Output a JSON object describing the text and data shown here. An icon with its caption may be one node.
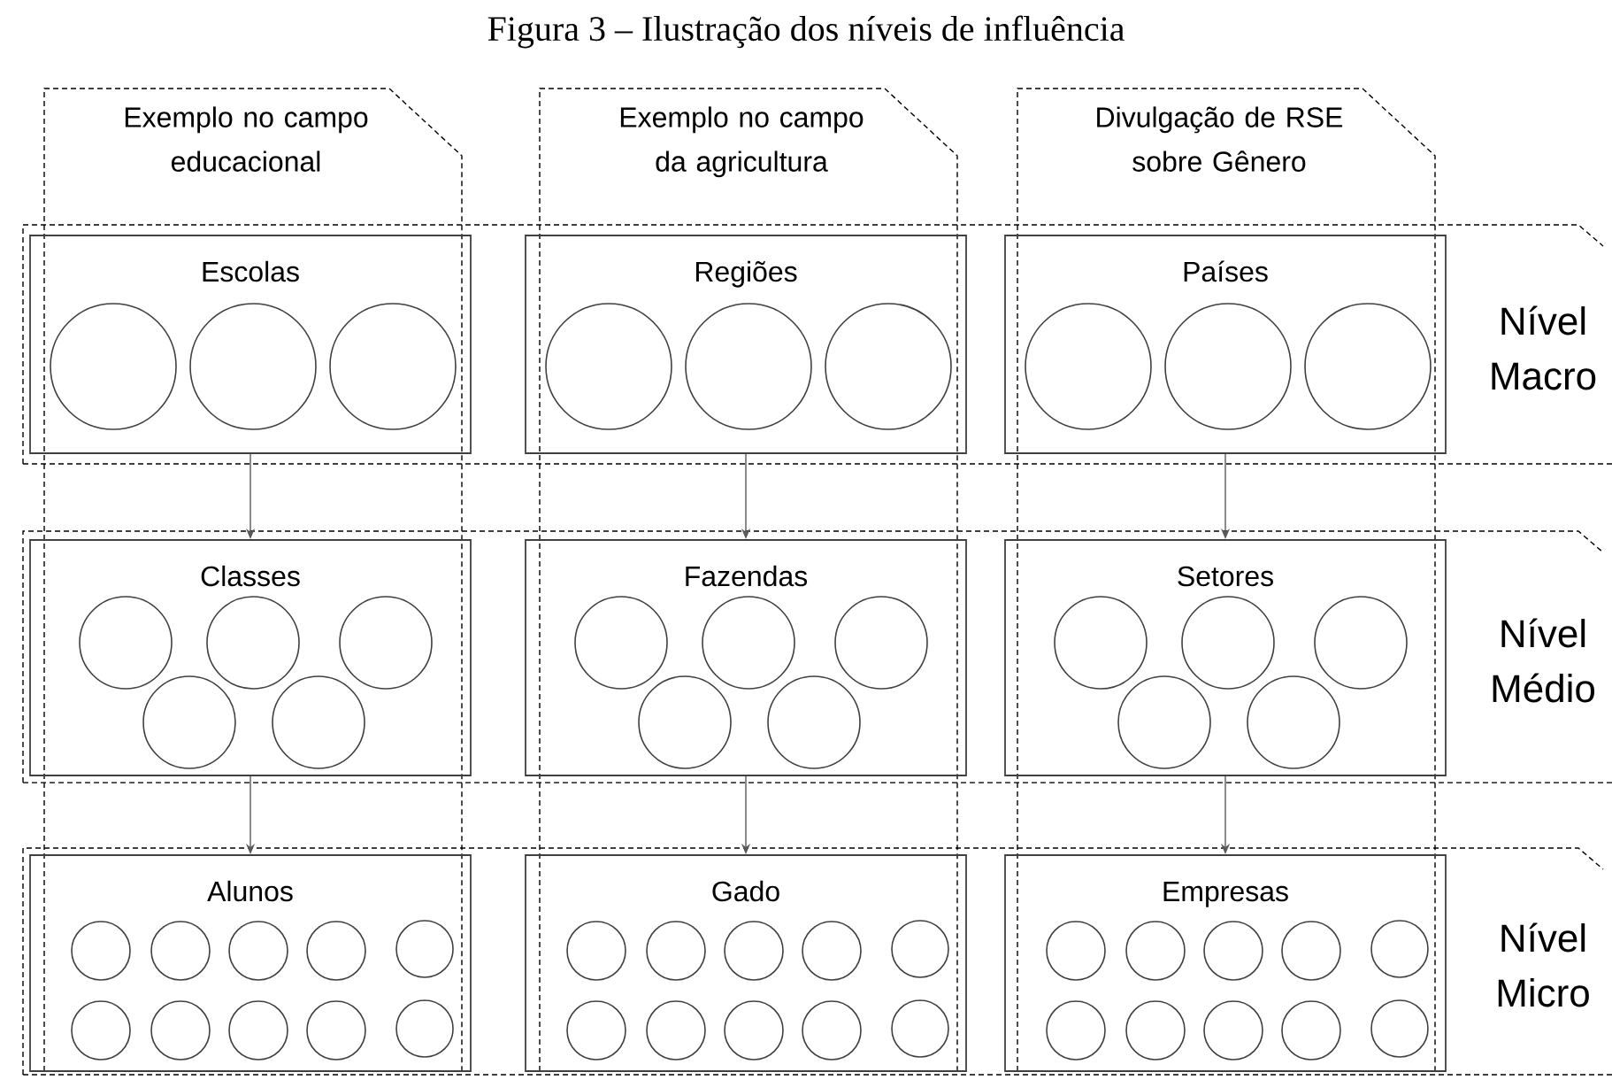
{
  "diagram": {
    "title": "Figura 3 – Ilustração dos níveis de influência",
    "nodes": [
      {
        "text": [
          "Exemplo no campo educacional"
        ]
      },
      {
        "text": [
          "Exemplo no campo da agricultura"
        ]
      },
      {
        "text": [
          "Divulgação de RSE sobre Gênero"
        ]
      },
      {
        "text": [
          "Nível Macro"
        ]
      },
      {
        "text": [
          "Nível Médio"
        ]
      },
      {
        "text": [
          "Nível Micro"
        ]
      },
      {
        "text": [
          "Escolas"
        ],
        "in": 3
      },
      {
        "text": [],
        "shape": "circle",
        "in": 6
      },
      {
        "text": [],
        "shape": "circle",
        "in": 6
      },
      {
        "text": [],
        "shape": "circle",
        "in": 6
      },
      {
        "text": [
          "Regiões"
        ],
        "in": 3
      },
      {
        "text": [],
        "shape": "circle",
        "in": 10
      },
      {
        "text": [],
        "shape": "circle",
        "in": 10
      },
      {
        "text": [],
        "shape": "circle",
        "in": 10
      },
      {
        "text": [
          "Países"
        ],
        "in": 3
      },
      {
        "text": [],
        "shape": "circle",
        "in": 14
      },
      {
        "text": [],
        "shape": "circle",
        "in": 14
      },
      {
        "text": [],
        "shape": "circle",
        "in": 14
      },
      {
        "text": [
          "Classes"
        ],
        "in": 4
      },
      {
        "text": [],
        "shape": "circle",
        "in": 18
      },
      {
        "text": [],
        "shape": "circle",
        "in": 18
      },
      {
        "text": [],
        "shape": "circle",
        "in": 18
      },
      {
        "text": [],
        "shape": "circle",
        "in": 18
      },
      {
        "text": [],
        "shape": "circle",
        "in": 18
      },
      {
        "text": [
          "Fazendas"
        ],
        "in": 4
      },
      {
        "text": [],
        "shape": "circle",
        "in": 24
      },
      {
        "text": [],
        "shape": "circle",
        "in": 24
      },
      {
        "text": [],
        "shape": "circle",
        "in": 24
      },
      {
        "text": [],
        "shape": "circle",
        "in": 24
      },
      {
        "text": [],
        "shape": "circle",
        "in": 24
      },
      {
        "text": [
          "Setores"
        ],
        "in": 4
      },
      {
        "text": [],
        "shape": "circle",
        "in": 30
      },
      {
        "text": [],
        "shape": "circle",
        "in": 30
      },
      {
        "text": [],
        "shape": "circle",
        "in": 30
      },
      {
        "text": [],
        "shape": "circle",
        "in": 30
      },
      {
        "text": [],
        "shape": "circle",
        "in": 30
      },
      {
        "text": [
          "Alunos"
        ],
        "in": 5
      },
      {
        "text": [],
        "shape": "circle",
        "in": 36
      },
      {
        "text": [],
        "shape": "circle",
        "in": 36
      },
      {
        "text": [],
        "shape": "circle",
        "in": 36
      },
      {
        "text": [],
        "shape": "circle",
        "in": 36
      },
      {
        "text": [],
        "shape": "circle",
        "in": 36
      },
      {
        "text": [],
        "shape": "circle",
        "in": 36
      },
      {
        "text": [],
        "shape": "circle",
        "in": 36
      },
      {
        "text": [],
        "shape": "circle",
        "in": 36
      },
      {
        "text": [],
        "shape": "circle",
        "in": 36
      },
      {
        "text": [],
        "shape": "circle",
        "in": 36
      },
      {
        "text": [
          "Gado"
        ],
        "in": 5
      },
      {
        "text": [],
        "shape": "circle",
        "in": 47
      },
      {
        "text": [],
        "shape": "circle",
        "in": 47
      },
      {
        "text": [],
        "shape": "circle",
        "in": 47
      },
      {
        "text": [],
        "shape": "circle",
        "in": 47
      },
      {
        "text": [],
        "shape": "circle",
        "in": 47
      },
      {
        "text": [],
        "shape": "circle",
        "in": 47
      },
      {
        "text": [],
        "shape": "circle",
        "in": 47
      },
      {
        "text": [],
        "shape": "circle",
        "in": 47
      },
      {
        "text": [],
        "shape": "circle",
        "in": 47
      },
      {
        "text": [],
        "shape": "circle",
        "in": 47
      },
      {
        "text": [
          "Empresas"
        ],
        "in": 5
      },
      {
        "text": [],
        "shape": "circle",
        "in": 58
      },
      {
        "text": [],
        "shape": "circle",
        "in": 58
      },
      {
        "text": [],
        "shape": "circle",
        "in": 58
      },
      {
        "text": [],
        "shape": "circle",
        "in": 58
      },
      {
        "text": [],
        "shape": "circle",
        "in": 58
      },
      {
        "text": [],
        "shape": "circle",
        "in": 58
      },
      {
        "text": [],
        "shape": "circle",
        "in": 58
      },
      {
        "text": [],
        "shape": "circle",
        "in": 58
      },
      {
        "text": [],
        "shape": "circle",
        "in": 58
      },
      {
        "text": [],
        "shape": "circle",
        "in": 58
      }
    ],
    "edges": [
      {
        "from": 6,
        "to": 18,
        "arrow": "to"
      },
      {
        "from": 10,
        "to": 24,
        "arrow": "to"
      },
      {
        "from": 14,
        "to": 30,
        "arrow": "to"
      },
      {
        "from": 18,
        "to": 36,
        "arrow": "to"
      },
      {
        "from": 24,
        "to": 47,
        "arrow": "to"
      },
      {
        "from": 30,
        "to": 58,
        "arrow": "to"
      }
    ]
  }
}
